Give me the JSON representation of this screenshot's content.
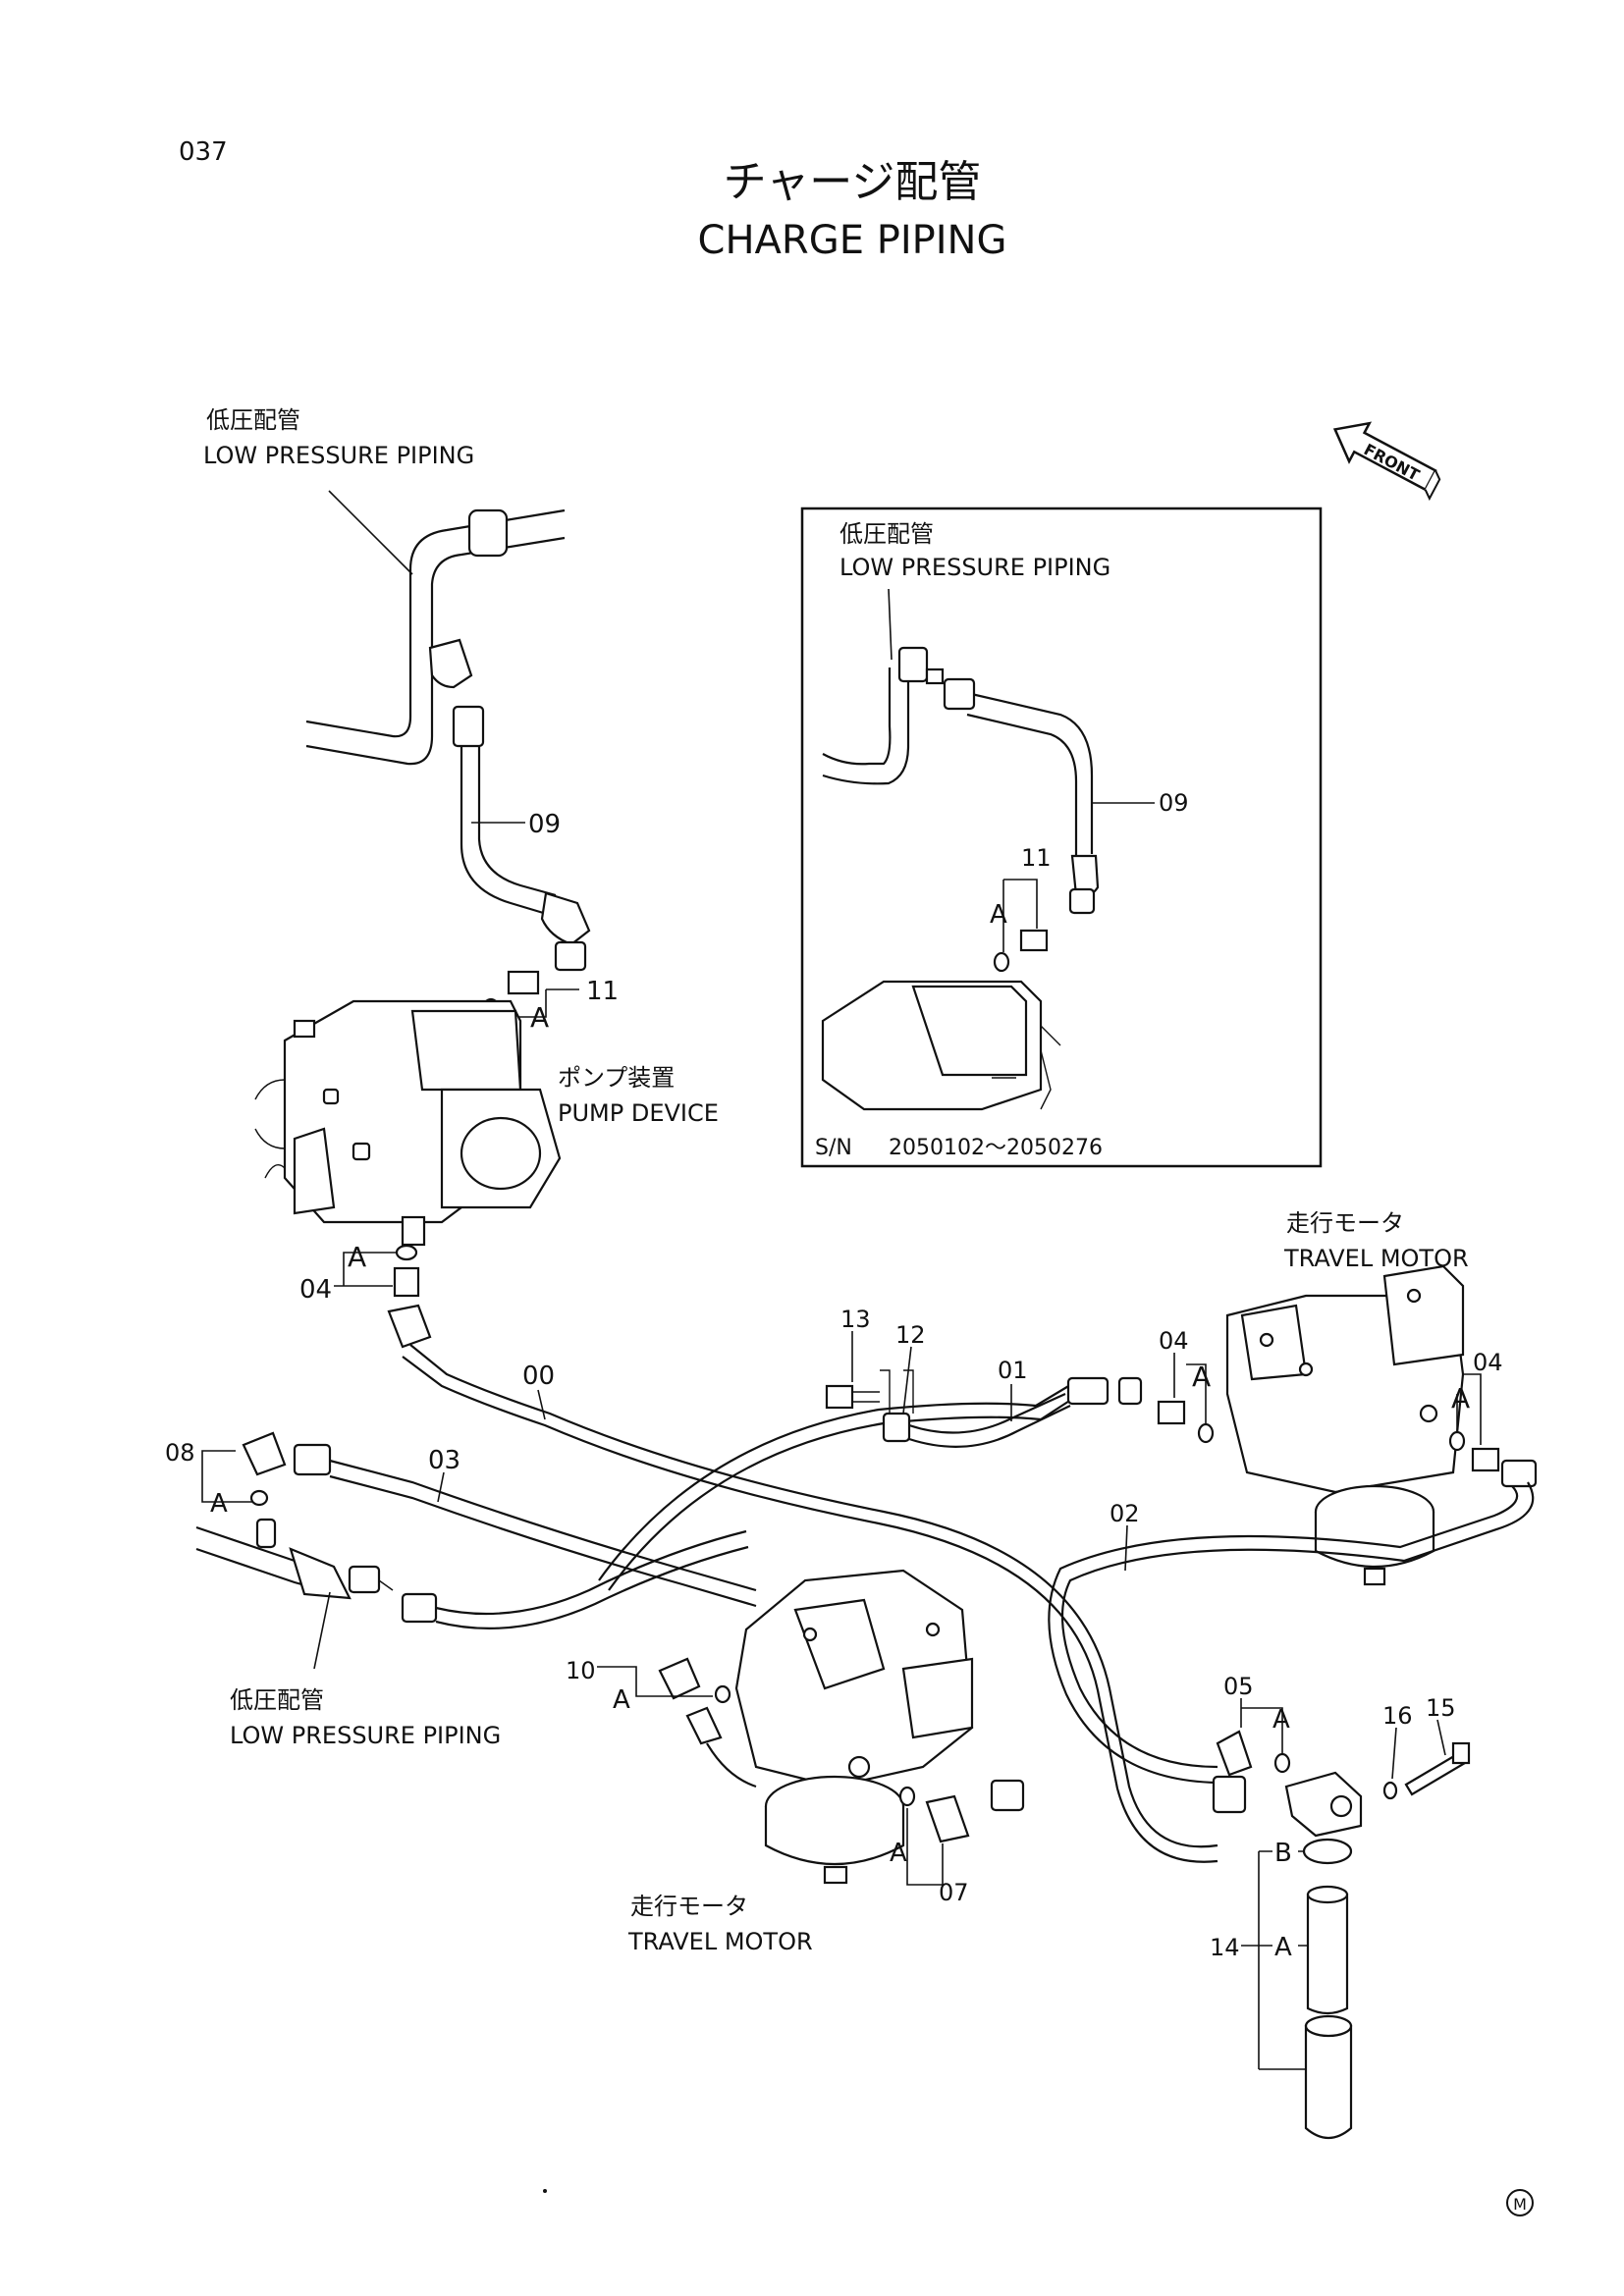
{
  "page_number": "037",
  "title_jp": "チャージ配管",
  "title_en": "CHARGE PIPING",
  "front_mark": "FRONT",
  "copyright_mark": "M",
  "main_view": {
    "low_pressure_top_jp": "低圧配管",
    "low_pressure_top_en": "LOW PRESSURE PIPING",
    "pump_device_jp": "ポンプ装置",
    "pump_device_en": "PUMP DEVICE",
    "travel_motor_right_jp": "走行モータ",
    "travel_motor_right_en": "TRAVEL MOTOR",
    "travel_motor_bottom_jp": "走行モータ",
    "travel_motor_bottom_en": "TRAVEL MOTOR",
    "low_pressure_left_jp": "低圧配管",
    "low_pressure_left_en": "LOW PRESSURE PIPING"
  },
  "inset": {
    "label_jp": "低圧配管",
    "label_en": "LOW PRESSURE PIPING",
    "serial_prefix": "S/N",
    "serial_range": "2050102～2050276",
    "callouts": {
      "hose": "09",
      "fitting": "11",
      "oring": "A"
    }
  },
  "callouts": {
    "p09": "09",
    "p11": "11",
    "a_pump_top": "A",
    "p04_pump": "04",
    "a_pump_bottom": "A",
    "p00": "00",
    "p13": "13",
    "p12": "12",
    "p01": "01",
    "p04_motor_left": "04",
    "a_motor_left": "A",
    "p04_motor_right": "04",
    "a_motor_right": "A",
    "p08": "08",
    "a_08": "A",
    "p03": "03",
    "p02": "02",
    "p10": "10",
    "a_10": "A",
    "p07": "07",
    "a_07": "A",
    "p05": "05",
    "a_05": "A",
    "p16": "16",
    "p15": "15",
    "p14": "14",
    "b_14": "B",
    "a_14": "A"
  }
}
